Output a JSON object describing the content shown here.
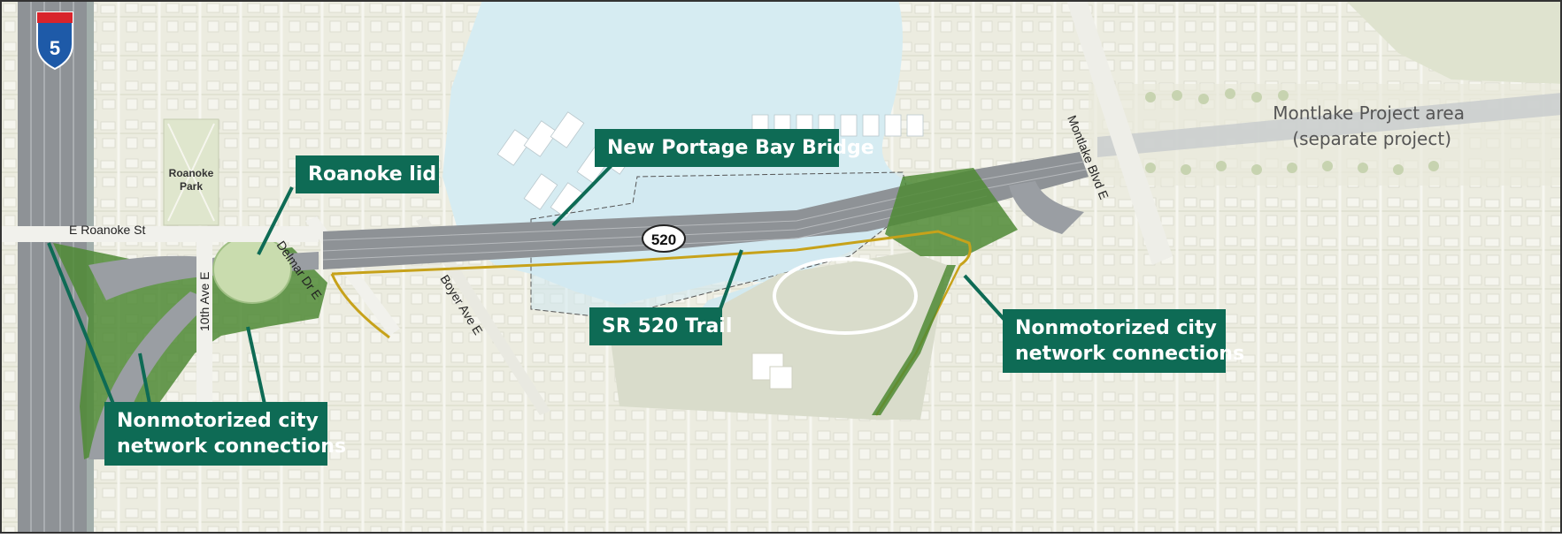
{
  "map": {
    "interstate_shield": {
      "number": "5",
      "icon": "interstate-shield-icon"
    },
    "route_shield": {
      "number": "520",
      "icon": "state-route-shield-icon"
    },
    "streets": {
      "roanoke_st": "E Roanoke St",
      "tenth_ave": "10th Ave E",
      "delmar_dr": "Delmar Dr E",
      "boyer_ave": "Boyer Ave E",
      "montlake_blvd": "Montlake Blvd E"
    },
    "park_label": [
      "Roanoke",
      "Park"
    ],
    "project_area_label": [
      "Montlake Project area",
      "(separate project)"
    ],
    "callouts": {
      "roanoke_lid": "Roanoke lid",
      "new_bridge": "New Portage Bay Bridge",
      "sr520_trail": "SR 520 Trail",
      "nonmotorized_east": [
        "Nonmotorized city",
        "network connections"
      ],
      "nonmotorized_west": [
        "Nonmotorized city",
        "network connections"
      ]
    },
    "colors": {
      "callout_bg": "#0e6b55",
      "water": "#d6ecf2",
      "land": "#edeedd",
      "highway": "#8e9296",
      "trail": "#c7a21a",
      "green_space": "#4f8a35",
      "project_boundary": "#555555"
    }
  }
}
